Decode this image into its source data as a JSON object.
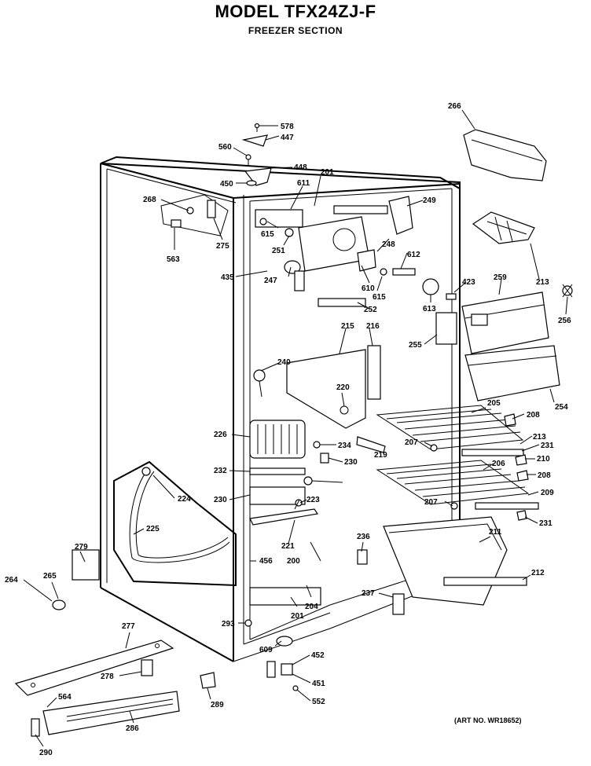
{
  "header": {
    "title": "MODEL TFX24ZJ-F",
    "subtitle": "FREEZER SECTION",
    "art_number": "(ART NO. WR18652)"
  },
  "callouts": [
    "578",
    "447",
    "560",
    "448",
    "450",
    "201",
    "611",
    "268",
    "615",
    "251",
    "435",
    "247",
    "563",
    "275",
    "249",
    "248",
    "612",
    "610",
    "615",
    "613",
    "423",
    "266",
    "213",
    "259",
    "256",
    "252",
    "255",
    "216",
    "215",
    "240",
    "220",
    "226",
    "234",
    "230",
    "232",
    "224",
    "225",
    "219",
    "279",
    "265",
    "264",
    "205",
    "208",
    "207",
    "213",
    "231",
    "210",
    "206",
    "208",
    "209",
    "207",
    "231",
    "230",
    "223",
    "221",
    "456",
    "200",
    "236",
    "211",
    "212",
    "237",
    "201",
    "204",
    "293",
    "277",
    "609",
    "452",
    "278",
    "451",
    "552",
    "564",
    "289",
    "286",
    "290",
    "254"
  ]
}
